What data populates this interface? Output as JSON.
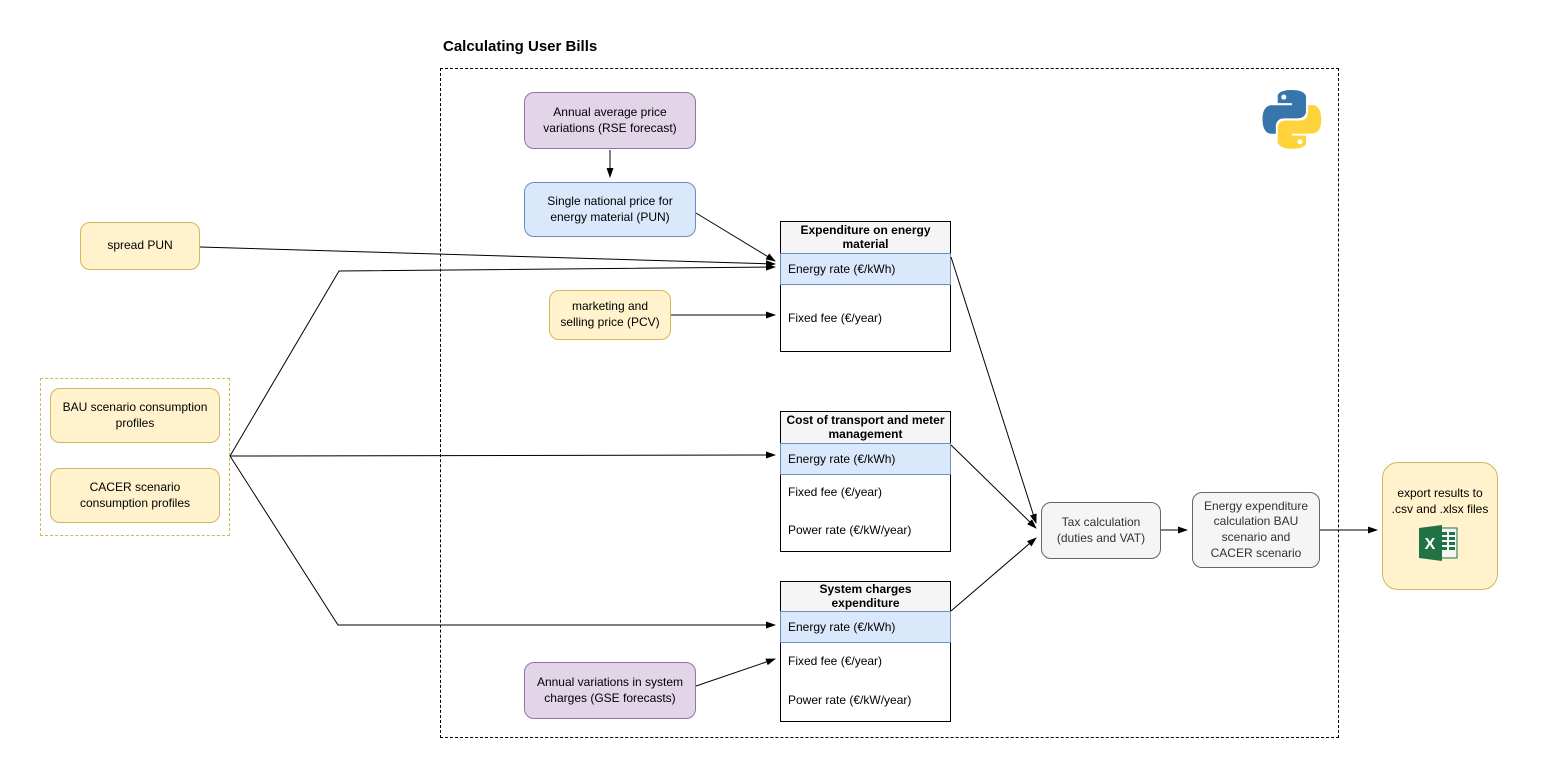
{
  "diagram_title": "Calculating User Bills",
  "colors": {
    "yellow_fill": "#FFF2CC",
    "yellow_stroke": "#D6B656",
    "purple_fill": "#E1D5E7",
    "purple_stroke": "#9673A6",
    "blue_fill": "#DAE8FC",
    "blue_stroke": "#6C8EBF",
    "gray_fill": "#F5F5F5",
    "gray_stroke": "#666666",
    "highlight_row_fill": "#DAE8FC",
    "excel_green": "#217346",
    "python_blue": "#3776AB",
    "python_yellow": "#FFD43B",
    "arrow": "#000000"
  },
  "nodes": {
    "rse_forecast": {
      "label": "Annual average price variations (RSE forecast)"
    },
    "pun": {
      "label": "Single national price for energy material (PUN)"
    },
    "spread_pun": {
      "label": "spread PUN"
    },
    "bau_profiles": {
      "label": "BAU scenario consumption profiles"
    },
    "cacer_profiles": {
      "label": "CACER scenario consumption profiles"
    },
    "pcv": {
      "label": "marketing and selling price (PCV)"
    },
    "gse_forecast": {
      "label": "Annual variations in system charges (GSE forecasts)"
    },
    "tax_calculation": {
      "label": "Tax calculation (duties and VAT)"
    },
    "energy_expenditure": {
      "label": "Energy expenditure calculation BAU scenario and CACER scenario"
    },
    "export_results": {
      "label": "export results to .csv and .xlsx files"
    }
  },
  "tables": [
    {
      "title": "Expenditure on energy material",
      "rows": [
        {
          "label": "Energy rate (€/kWh)",
          "highlighted": true
        },
        {
          "label": "Fixed fee (€/year)",
          "highlighted": false
        }
      ]
    },
    {
      "title": "Cost of transport and meter management",
      "rows": [
        {
          "label": "Energy rate (€/kWh)",
          "highlighted": true
        },
        {
          "label": "Fixed fee (€/year)",
          "highlighted": false
        },
        {
          "label": "Power rate (€/kW/year)",
          "highlighted": false
        }
      ]
    },
    {
      "title": "System charges expenditure",
      "rows": [
        {
          "label": "Energy rate (€/kWh)",
          "highlighted": true
        },
        {
          "label": "Fixed fee (€/year)",
          "highlighted": false
        },
        {
          "label": "Power rate (€/kW/year)",
          "highlighted": false
        }
      ]
    }
  ],
  "icons": {
    "python": "python-logo",
    "excel": "excel-icon"
  }
}
